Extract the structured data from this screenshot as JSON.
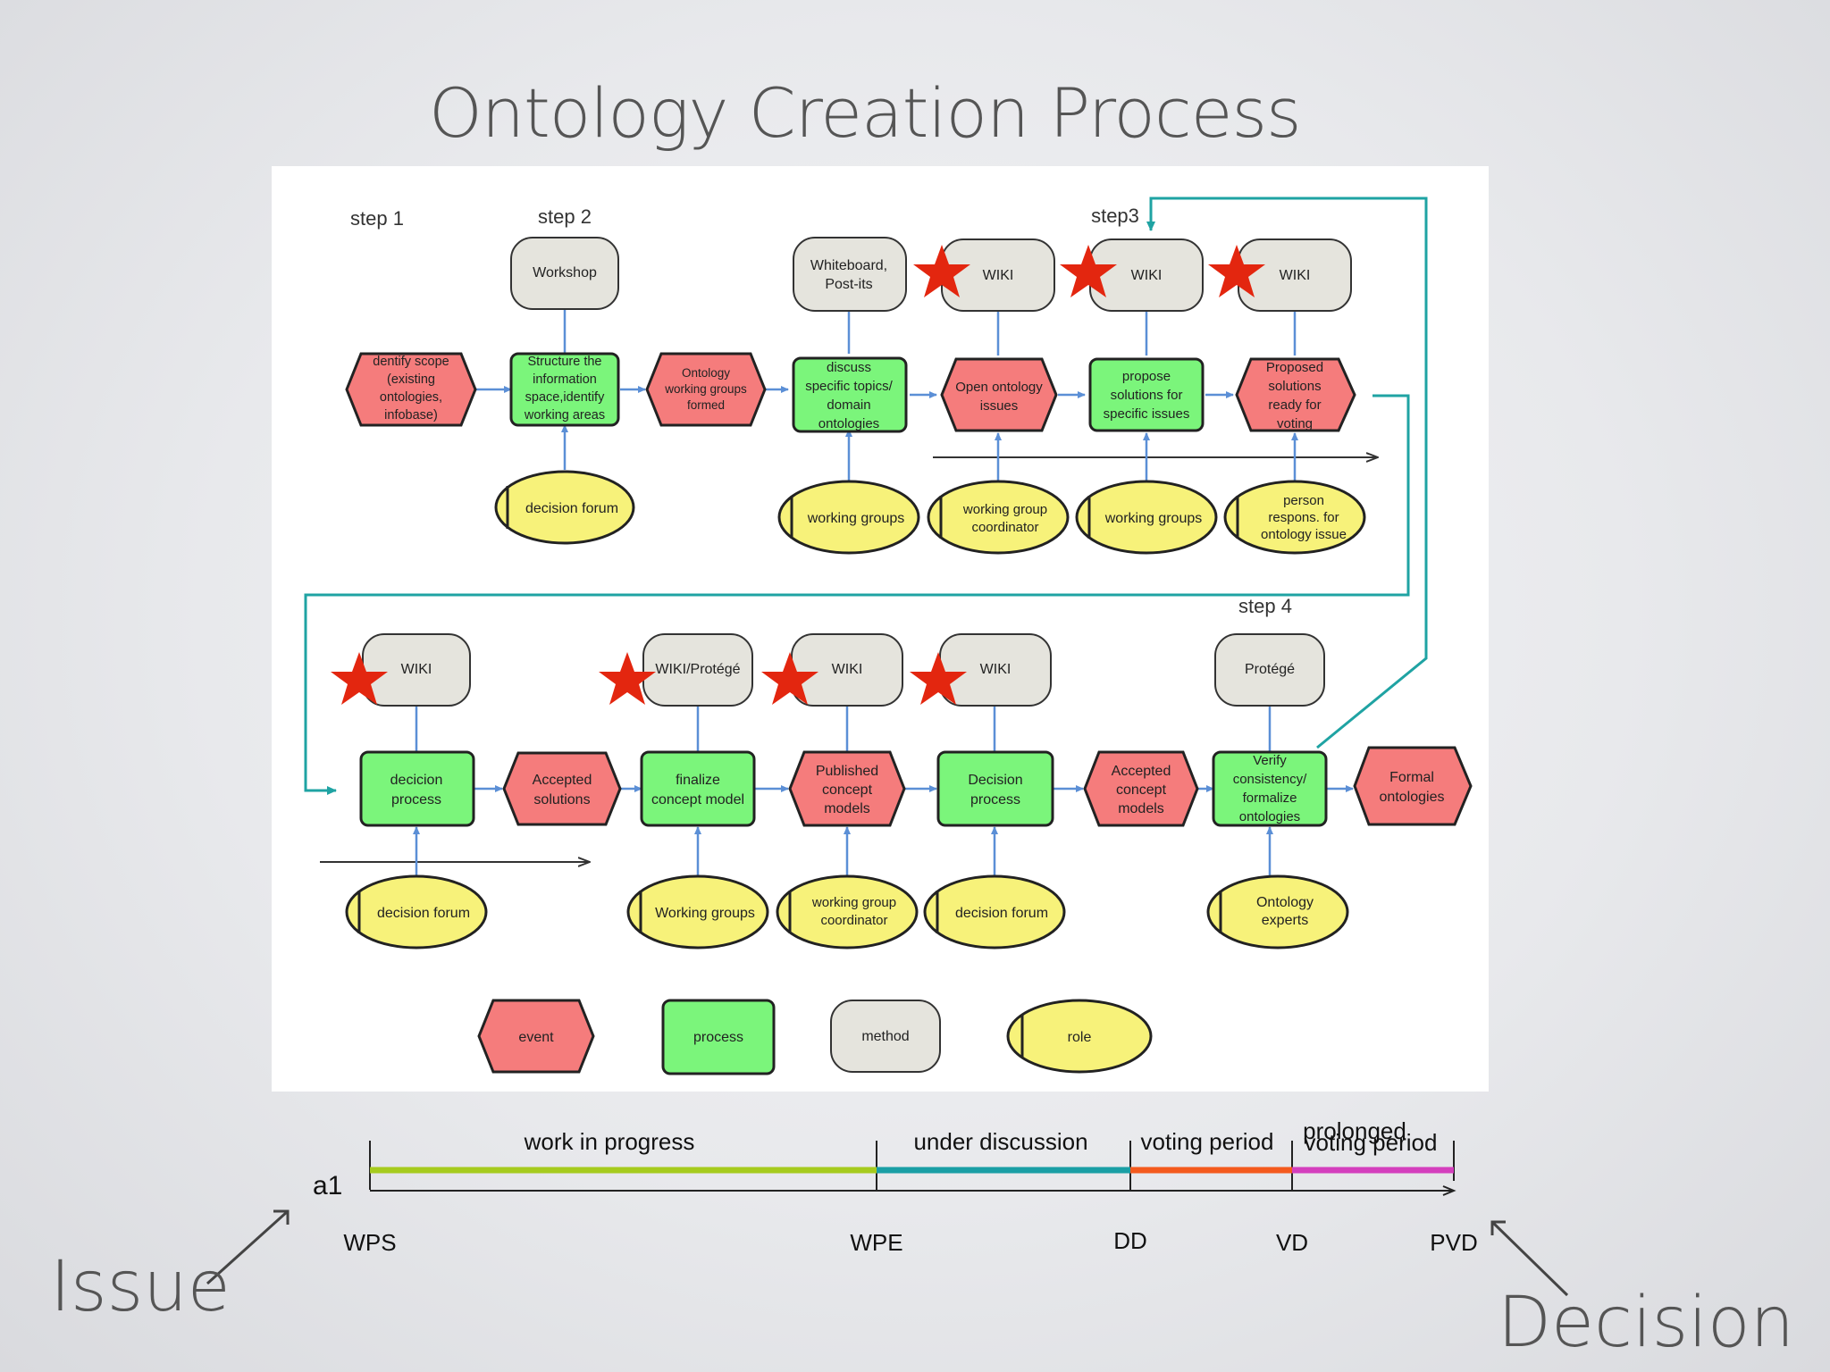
{
  "title": "Ontology Creation Process",
  "steps": {
    "s1": "step 1",
    "s2": "step 2",
    "s3": "step3",
    "s4": "step 4"
  },
  "row1": {
    "methods": [
      "Workshop",
      "Whiteboard,",
      "Post-its",
      "WIKI",
      "WIKI",
      "WIKI"
    ],
    "nodes": {
      "n1": [
        "dentify scope",
        "(existing",
        "ontologies,",
        "infobase)"
      ],
      "n2": [
        "Structure the",
        "information",
        "space,identify",
        "working areas"
      ],
      "n3": [
        "Ontology",
        "working groups",
        "formed"
      ],
      "n4": [
        "discuss",
        "specific topics/",
        "domain",
        "ontologies"
      ],
      "n5": [
        "Open ontology",
        "issues"
      ],
      "n6": [
        "propose",
        "solutions for",
        "specific issues"
      ],
      "n7": [
        "Proposed",
        "solutions",
        "ready for",
        "voting"
      ]
    },
    "roles": {
      "r1": [
        "decision forum"
      ],
      "r2": [
        "working groups"
      ],
      "r3": [
        "working group",
        "coordinator"
      ],
      "r4": [
        "working groups"
      ],
      "r5": [
        "person",
        "respons. for",
        "ontology issue"
      ]
    }
  },
  "row2": {
    "methods": [
      "WIKI",
      "WIKI/Protégé",
      "WIKI",
      "WIKI",
      "Protégé"
    ],
    "nodes": {
      "n1": [
        "decicion",
        "process"
      ],
      "n2": [
        "Accepted",
        "solutions"
      ],
      "n3": [
        "finalize",
        "concept model"
      ],
      "n4": [
        "Published",
        "concept",
        "models"
      ],
      "n5": [
        "Decision",
        "process"
      ],
      "n6": [
        "Accepted",
        "concept",
        "models"
      ],
      "n7": [
        "Verify",
        "consistency/",
        "formalize",
        "ontologies"
      ],
      "n8": [
        "Formal",
        "ontologies"
      ]
    },
    "roles": {
      "r1": [
        "decision forum"
      ],
      "r2": [
        "Working groups"
      ],
      "r3": [
        "working group",
        "coordinator"
      ],
      "r4": [
        "decision forum"
      ],
      "r5": [
        "Ontology",
        "experts"
      ]
    }
  },
  "legend": {
    "event": "event",
    "process": "process",
    "method": "method",
    "role": "role"
  },
  "timeline": {
    "issue_id": "a1",
    "phases": [
      "work in progress",
      "under discussion",
      "voting period",
      "prolonged",
      "voting period"
    ],
    "milestones": [
      "WPS",
      "WPE",
      "DD",
      "VD",
      "PVD"
    ],
    "phase_colors": [
      "#a6cb1e",
      "#1a9fa5",
      "#f45a1e",
      "#d43fbd"
    ]
  },
  "corners": {
    "issue": "Issue",
    "decision": "Decision"
  },
  "colors": {
    "event": "#f57c7c",
    "process": "#7bf57b",
    "method": "#e5e4dd",
    "role": "#f7f27a",
    "arrow": "#5b8fd6",
    "loop": "#1fa3a3",
    "star": "#e3260f"
  }
}
